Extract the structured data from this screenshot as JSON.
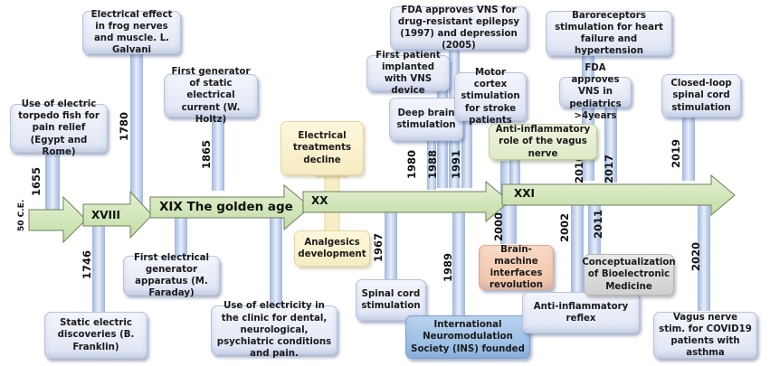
{
  "title": "Timeline of electrical stimulation / neuromodulation",
  "eras": [
    {
      "label": "XVIII"
    },
    {
      "label": "XIX The golden age"
    },
    {
      "label": "XX"
    },
    {
      "label": "XXI"
    }
  ],
  "start_label": "50 C.E.",
  "years": {
    "y1655": "1655",
    "y1780": "1780",
    "y1746": "1746",
    "y1865": "1865",
    "y1967": "1967",
    "y1980": "1980",
    "y1988": "1988",
    "y1991": "1991",
    "y1989": "1989",
    "y2000": "2000",
    "y2002": "2002",
    "y2010": "2010",
    "y2011": "2011",
    "y2017": "2017",
    "y2019": "2019",
    "y2020": "2020"
  },
  "events": {
    "torpedo": "Use of electric torpedo fish for pain relief (Egypt and Rome)",
    "galvani": "Electrical effect in frog nerves and muscle. L. Galvani",
    "franklin": "Static electric discoveries (B. Franklin)",
    "holtz": "First generator of static electrical current (W. Holtz)",
    "faraday": "First electrical generator apparatus (M. Faraday)",
    "clinic": "Use of electricity in the clinic for dental, neurological, psychiatric conditions and pain.",
    "decline": "Electrical treatments decline",
    "analgesics": "Analgesics development",
    "spinal": "Spinal cord stimulation",
    "ins": "International Neuromodulation Society (INS) founded",
    "fda_vns": "FDA approves VNS for drug-resistant epilepsy (1997) and depression (2005)",
    "first_patient": "First patient implanted with VNS device",
    "motor_cortex": "Motor cortex stimulation for stroke patients",
    "dbs": "Deep brain stimulation",
    "anti_inflam_role": "Anti-inflammatory role of the vagus nerve",
    "bmi": "Brain-machine interfaces revolution",
    "anti_inflam_reflex": "Anti-inflammatory reflex",
    "bioelectronic": "Conceptualization of Bioelectronic Medicine",
    "baroreceptors": "Baroreceptors stimulation for heart failure and hypertension",
    "fda_peds": "FDA approves VNS in pediatrics >4years",
    "closed_loop": "Closed-loop spinal cord stimulation",
    "covid": "Vagus nerve stim. for COVID19 patients with asthma"
  },
  "colors": {
    "arrow_fill": "#d4e8bd",
    "arrow_stroke": "#6f7f5c",
    "connector": "#a9bfe3",
    "box_blue": "#e4e9f5",
    "box_yellow": "#fbf2cf",
    "box_green": "#e5eed4",
    "box_orange": "#f5c9ae",
    "box_gray": "#d8d8d8",
    "box_strong_blue": "#a3c4e7"
  }
}
